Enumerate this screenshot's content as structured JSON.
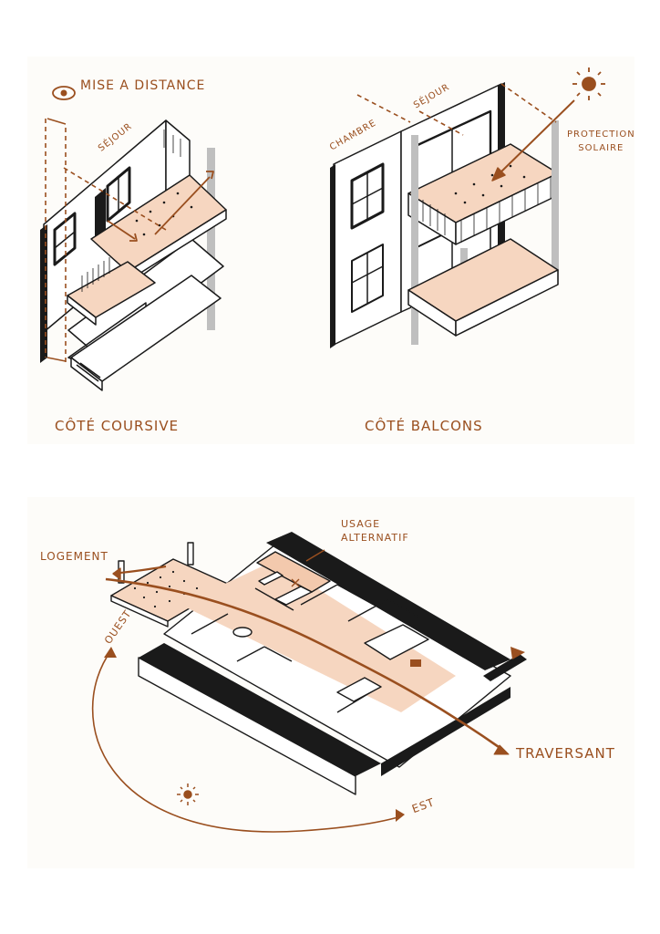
{
  "colors": {
    "ink": "#1a1a1a",
    "accent": "#9a4f1f",
    "fill": "#f6d6c0",
    "fill_dark": "#e8b894",
    "grey": "#b9b9b9",
    "panel": "#fdfcf9"
  },
  "top": {
    "left": {
      "annotation": "MISE A DISTANCE",
      "room": "SÉJOUR",
      "caption": "CÔTÉ COURSIVE"
    },
    "right": {
      "room_left": "CHAMBRE",
      "room_right": "SÉJOUR",
      "annotation": "PROTECTION\nSOLAIRE",
      "caption": "CÔTÉ BALCONS"
    }
  },
  "bottom": {
    "label_logement": "LOGEMENT",
    "label_usage": "USAGE\nALTERNATIF",
    "label_ouest": "OUEST",
    "label_traversant": "TRAVERSANT",
    "label_est": "EST"
  }
}
